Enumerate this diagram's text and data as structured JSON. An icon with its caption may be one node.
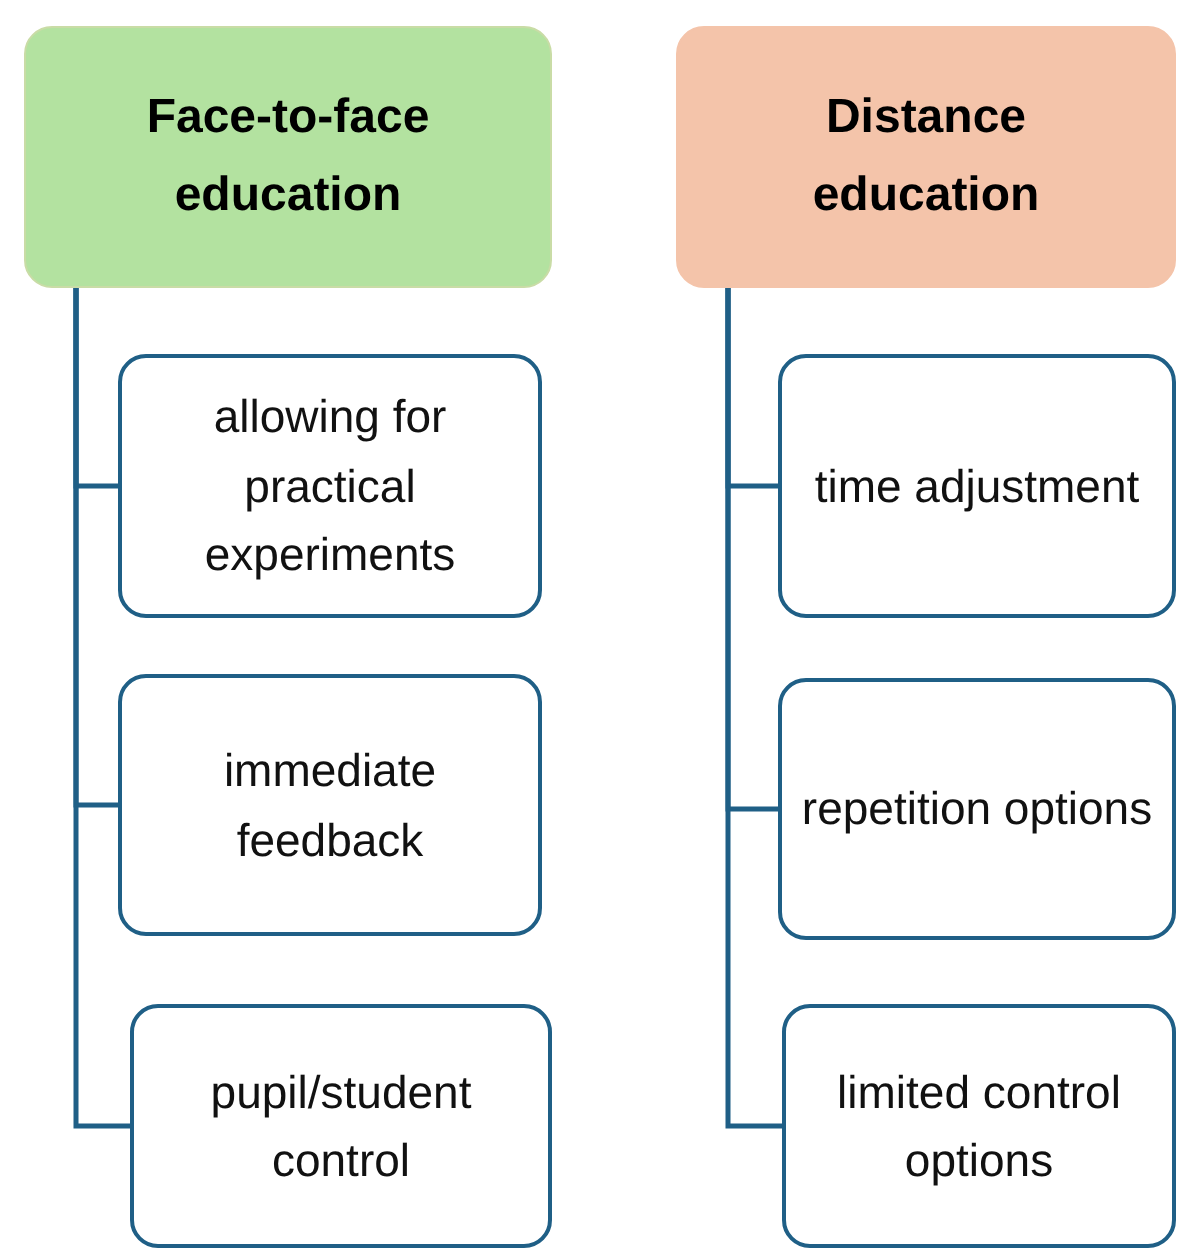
{
  "diagram": {
    "nodes": [
      {
        "text": [
          "Face-to-face education"
        ]
      },
      {
        "text": [
          "allowing for practical experiments"
        ]
      },
      {
        "text": [
          "immediate feedback"
        ]
      },
      {
        "text": [
          "pupil/student control"
        ]
      },
      {
        "text": [
          "Distance education"
        ]
      },
      {
        "text": [
          "time adjustment"
        ]
      },
      {
        "text": [
          "repetition options"
        ]
      },
      {
        "text": [
          "limited control options"
        ]
      }
    ],
    "edges": [
      {
        "from": 0,
        "to": 1,
        "arrow": "none"
      },
      {
        "from": 0,
        "to": 2,
        "arrow": "none"
      },
      {
        "from": 0,
        "to": 3,
        "arrow": "none"
      },
      {
        "from": 4,
        "to": 5,
        "arrow": "none"
      },
      {
        "from": 4,
        "to": 6,
        "arrow": "none"
      },
      {
        "from": 4,
        "to": 7,
        "arrow": "none"
      }
    ]
  }
}
